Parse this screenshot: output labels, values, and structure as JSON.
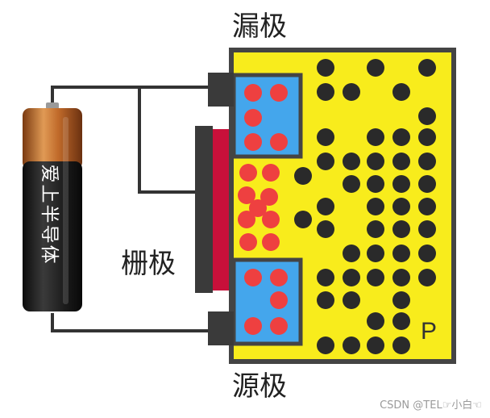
{
  "labels": {
    "drain": "漏极",
    "gate": "栅极",
    "source": "源极",
    "substrate": "P",
    "battery": "爱上半导体"
  },
  "watermark": "CSDN @TEL☞小白☜",
  "colors": {
    "substrate": "#f8ec1c",
    "n_region": "#44a6ec",
    "hole_dot": "#2a2a2a",
    "electron_dot": "#ee4040",
    "gate_insulator": "#c8103a",
    "wire": "#333333",
    "battery_copper": "#c06a2a",
    "battery_body": "#1c1c1c"
  }
}
